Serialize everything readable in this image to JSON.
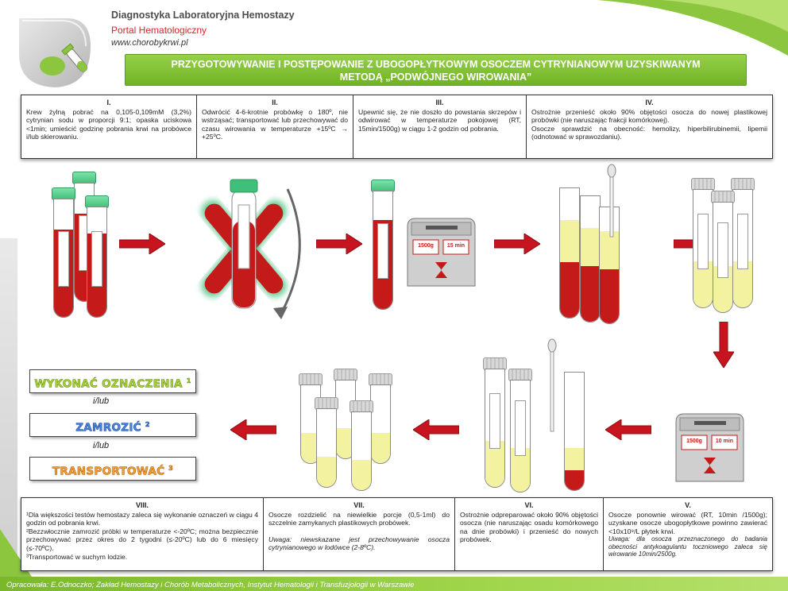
{
  "header": {
    "title": "Diagnostyka Laboratoryjna Hemostazy",
    "portal": "Portal Hematologiczny",
    "url": "www.chorobykrwi.pl"
  },
  "banner": {
    "line1": "PRZYGOTOWYWANIE I POSTĘPOWANIE Z UBOGOPŁYTKOWYM OSOCZEM CYTRYNIANOWYM UZYSKIWANYM",
    "line2": "METODĄ „PODWÓJNEGO WIROWANIA”"
  },
  "steps_top": [
    {
      "num": "I.",
      "text": "Krew żylną pobrać na 0,105-0,109mM (3,2%) cytrynian sodu w proporcji 9:1; opaska uciskowa <1min; umieścić godzinę pobrania krwi na probówce i/lub skierowaniu."
    },
    {
      "num": "II.",
      "text": "Odwrócić 4-6-krotnie probówkę o 180º, nie wstrząsać; transportować lub przechowywać do czasu wirowania w temperaturze +15ºC → +25ºC."
    },
    {
      "num": "III.",
      "text": "Upewnić się, że nie doszło do powstania skrzepów i odwirować w temperaturze pokojowej (RT, 15min/1500g) w ciągu 1-2 godzin od pobrania."
    },
    {
      "num": "IV.",
      "text": "Ostrożnie przenieść około 90% objętości osocza do nowej plastikowej probówki (nie naruszając frakcji komórkowej).",
      "text2": "Osocze sprawdzić na obecność: hemolizy, hiperbilirubinemii, lipemii (odnotować w sprawozdaniu)."
    }
  ],
  "steps_bottom": [
    {
      "num": "VIII.",
      "text": "¹Dla większości testów hemostazy zaleca się wykonanie oznaczeń w ciągu 4 godzin od pobrania krwi.",
      "text2": "²Bezzwłocznie zamrozić próbki w temperaturze <-20ºC; można bezpiecznie przechowywać przez okres do 2 tygodni (≤-20ºC) lub do 6 miesięcy (≤-70ºC).",
      "text3": "³Transportować w suchym lodzie."
    },
    {
      "num": "VII.",
      "text": "Osocze rozdzielić na niewielkie porcje (0,5-1ml) do szczelnie zamykanych plastikowych probówek.",
      "note": "Uwaga: niewskazane jest przechowywanie osocza cytrynianowego w lodówce (2-8ºC)."
    },
    {
      "num": "VI.",
      "text": "Ostrożnie odpreparować około 90% objętości osocza (nie naruszając osadu komórkowego na dnie probówki) i przenieść do nowych probówek."
    },
    {
      "num": "V.",
      "text": "Osocze ponownie wirować (RT, 10min /1500g); uzyskane osocze ubogopłytkowe powinno zawierać <10x10⁹/L płytek krwi.",
      "note": "Uwaga: dla osocza przeznaczonego do badania obecności antykoagulantu toczniowego zaleca się wirowanie 10min/2500g."
    }
  ],
  "centrifuge_1": {
    "speed": "1500g",
    "time": "15 min"
  },
  "centrifuge_2": {
    "speed": "1500g",
    "time": "10 min"
  },
  "actions": {
    "act1": "WYKONAĆ OZNACZENIA",
    "act1_sup": "1",
    "or1": "i/lub",
    "act2": "ZAMROZIĆ",
    "act2_sup": "2",
    "or2": "i/lub",
    "act3": "TRANSPORTOWAĆ",
    "act3_sup": "3"
  },
  "footer": "Opracowała: E.Odnoczko; Zakład Hemostazy i Chorób Metabolicznych, Instytut Hematologii i Transfuzjologii w Warszawie",
  "colors": {
    "accent_green": "#7ab82a",
    "blood_red": "#c41a1a",
    "arrow_red": "#c8141e",
    "plasma_yellow": "#f2f2a0"
  }
}
